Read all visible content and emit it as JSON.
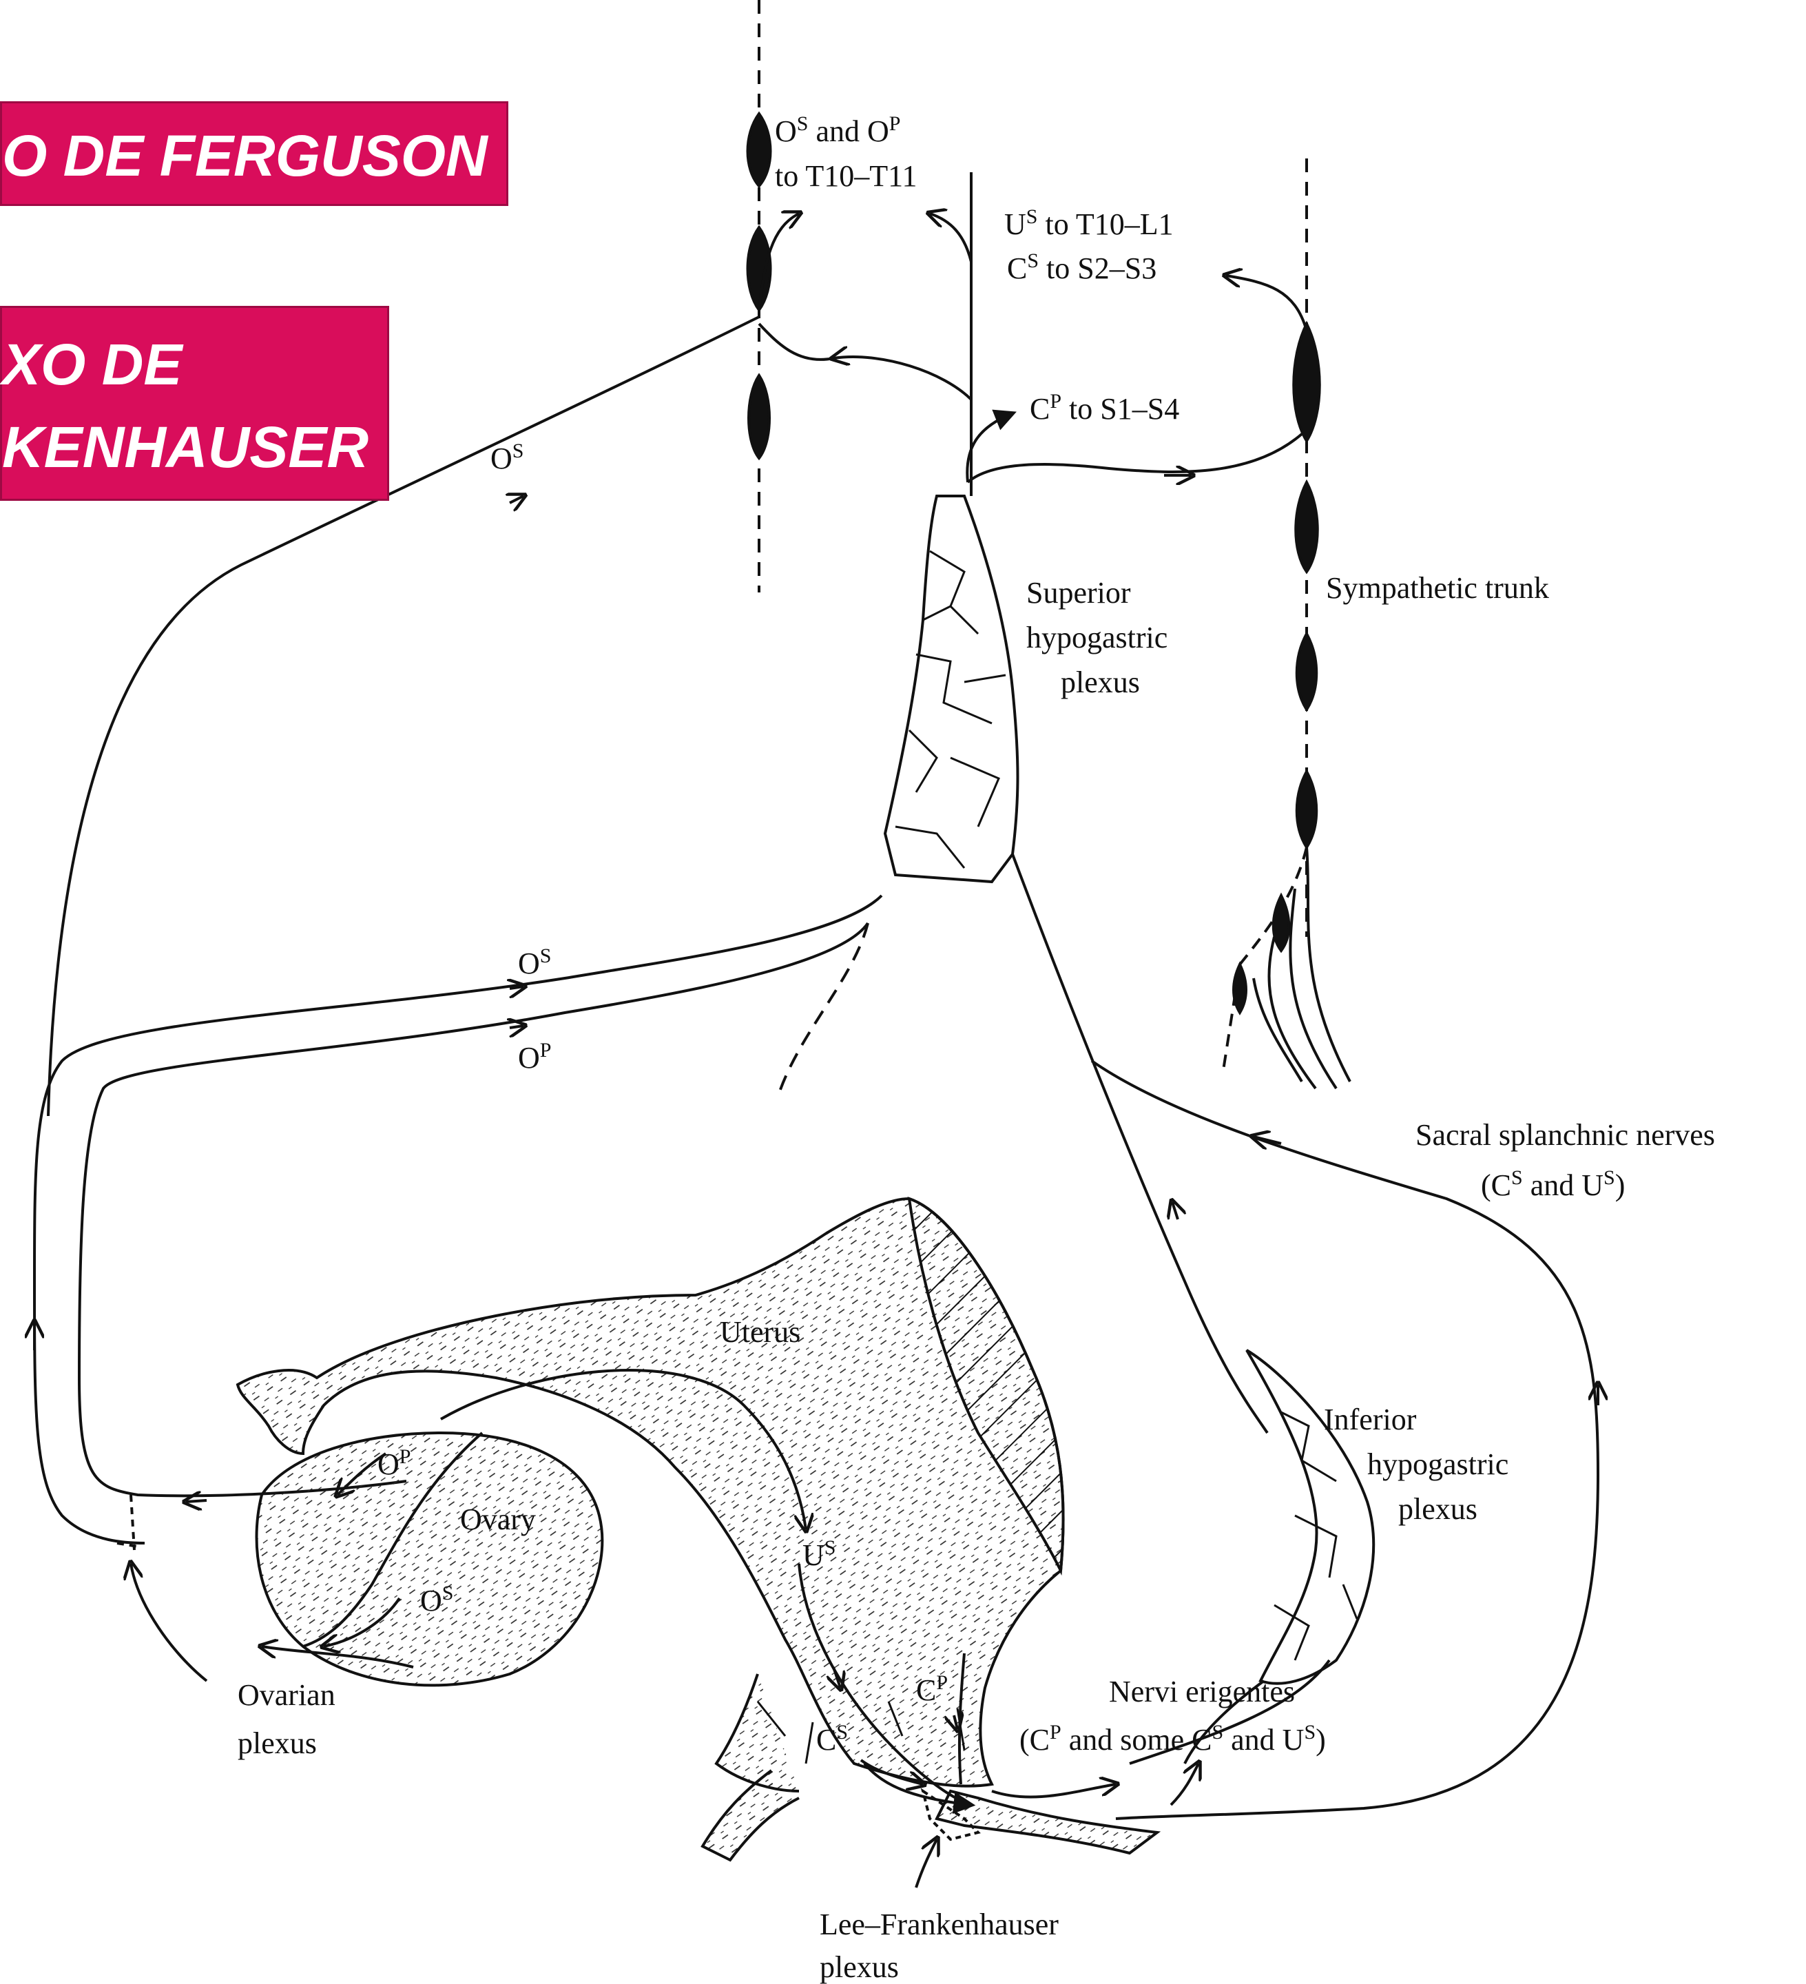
{
  "banners": {
    "ferguson": "O DE FERGUSON",
    "ferkenhauser_line1": "XO DE",
    "ferkenhauser_line2": "KENHAUSER"
  },
  "labels": {
    "os_op_to_t10_t11_line1_a": "O",
    "os_op_to_t10_t11_line1_sup1": "S",
    "os_op_to_t10_t11_line1_b": " and O",
    "os_op_to_t10_t11_line1_sup2": "P",
    "os_op_to_t10_t11_line2": "to T10–T11",
    "us_to_t10_l1_a": "U",
    "us_to_t10_l1_sup": "S",
    "us_to_t10_l1_b": " to T10–L1",
    "cs_to_s2_s3_a": "C",
    "cs_to_s2_s3_sup": "S",
    "cs_to_s2_s3_b": " to S2–S3",
    "cp_to_s1_s4_a": "C",
    "cp_to_s1_s4_sup": "P",
    "cp_to_s1_s4_b": " to S1–S4",
    "os_upper_a": "O",
    "os_upper_sup": "S",
    "superior_hypogastric_1": "Superior",
    "superior_hypogastric_2": "hypogastric",
    "superior_hypogastric_3": "plexus",
    "sympathetic_trunk": "Sympathetic trunk",
    "os_mid_a": "O",
    "os_mid_sup": "S",
    "op_mid_a": "O",
    "op_mid_sup": "P",
    "sacral_splanchnic_1": "Sacral splanchnic nerves",
    "sacral_splanchnic_2_a": "(C",
    "sacral_splanchnic_2_sup1": "S",
    "sacral_splanchnic_2_b": " and U",
    "sacral_splanchnic_2_sup2": "S",
    "sacral_splanchnic_2_c": ")",
    "uterus": "Uterus",
    "inferior_hypogastric_1": "Inferior",
    "inferior_hypogastric_2": "hypogastric",
    "inferior_hypogastric_3": "plexus",
    "ovary_op_a": "O",
    "ovary_op_sup": "P",
    "ovary": "Ovary",
    "us_uterus_a": "U",
    "us_uterus_sup": "S",
    "os_ovary_a": "O",
    "os_ovary_sup": "S",
    "ovarian_plexus_1": "Ovarian",
    "ovarian_plexus_2": "plexus",
    "cp_cervix_a": "C",
    "cp_cervix_sup": "P",
    "cs_cervix_a": "C",
    "cs_cervix_sup": "S",
    "nervi_erigentes_1": "Nervi erigentes",
    "nervi_erigentes_2_a": "(C",
    "nervi_erigentes_2_sup1": "P",
    "nervi_erigentes_2_b": " and some C",
    "nervi_erigentes_2_sup2": "S",
    "nervi_erigentes_2_c": " and U",
    "nervi_erigentes_2_sup3": "S",
    "nervi_erigentes_2_d": ")",
    "lee_frankenhauser_1": "Lee–Frankenhauser",
    "lee_frankenhauser_2": "plexus"
  },
  "colors": {
    "banner": "#d90d5b",
    "ink": "#111111"
  }
}
